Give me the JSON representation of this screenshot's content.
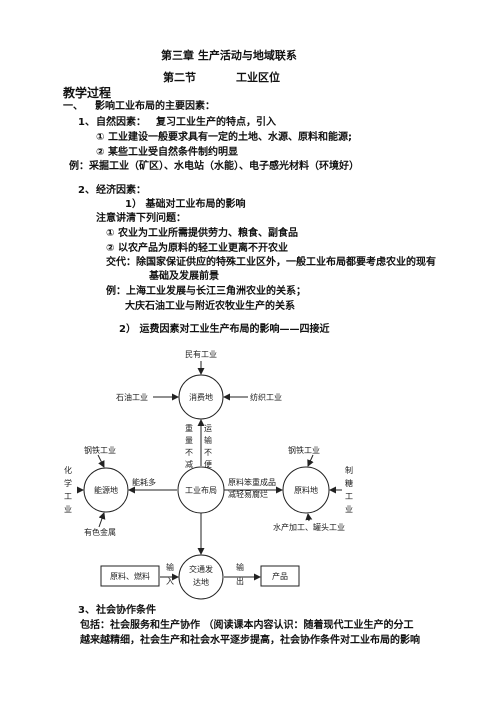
{
  "doc": {
    "chapter_title": "第三章  生产活动与地域联系",
    "section_no": "第二节",
    "section_title": "工业区位",
    "heading": "教学过程",
    "p1_no": "一、",
    "p1_title": "影响工业布局的主要因素：",
    "p1_1_no": "1、",
    "p1_1_title": "自然因素：",
    "p1_1_note": "复习工业生产的特点，引入",
    "p1_1_a": "①  工业建设一般要求具有一定的土地、水源、原料和能源;",
    "p1_1_b": "②  某些工业受自然条件制约明显",
    "p1_1_eg": "例：采掘工业（矿区）、水电站（水能）、电子感光材料（环境好）",
    "p1_2_no": "2、",
    "p1_2_title": "经济因素：",
    "p1_2_1": "1）  基础对工业布局的影响",
    "p1_2_note": "注意讲清下列问题：",
    "p1_2_a": "①  农业为工业所需提供劳力、粮食、副食品",
    "p1_2_b": "②  以农产品为原料的轻工业更离不开农业",
    "p1_2_c1": "交代：除国家保证供应的特殊工业区外，一般工业布局都要考虑农业的现有",
    "p1_2_c2": "基础及发展前景",
    "p1_2_eg1": "例：上海工业发展与长江三角洲农业的关系；",
    "p1_2_eg2": "大庆石油工业与附近农牧业生产的关系",
    "p1_2_2": "2）  运费因素对工业生产布局的影响——四接近",
    "p1_3_no": "3、",
    "p1_3_title": "社会协作条件",
    "p1_3_l1": "包括：社会服务和生产协作   （阅读课本内容认识：随着现代工业生产的分工",
    "p1_3_l2": "越来越精细，社会生产和社会水平逐步提高，社会协作条件对工业布局的影响"
  },
  "diagram": {
    "top_label": "民有工业",
    "center_top": "消费地",
    "left_top": "石油工业",
    "right_top": "纺织工业",
    "left_v": [
      "重",
      "量",
      "不",
      "减"
    ],
    "right_v": [
      "运",
      "输",
      "不",
      "便"
    ],
    "steel_left": "钢铁工业",
    "steel_right": "钢铁工业",
    "chem_v": [
      "化",
      "学",
      "工",
      "业"
    ],
    "sugar_v": [
      "制",
      "糖",
      "工",
      "业"
    ],
    "energy": "能源地",
    "energy_use": "能耗多",
    "center": "工业布局",
    "raw_l1": "原料笨重成品",
    "raw_l2": "减轻易腐烂",
    "raw": "原料地",
    "nonferrous": "有色金属",
    "aquatic": "水产加工、罐头工业",
    "transport_l1": "交通发",
    "transport_l2": "达地",
    "raw_fuel": "原料、燃料",
    "input_v": [
      "输",
      "入"
    ],
    "output_v": [
      "输",
      "出"
    ],
    "product": "产品"
  }
}
